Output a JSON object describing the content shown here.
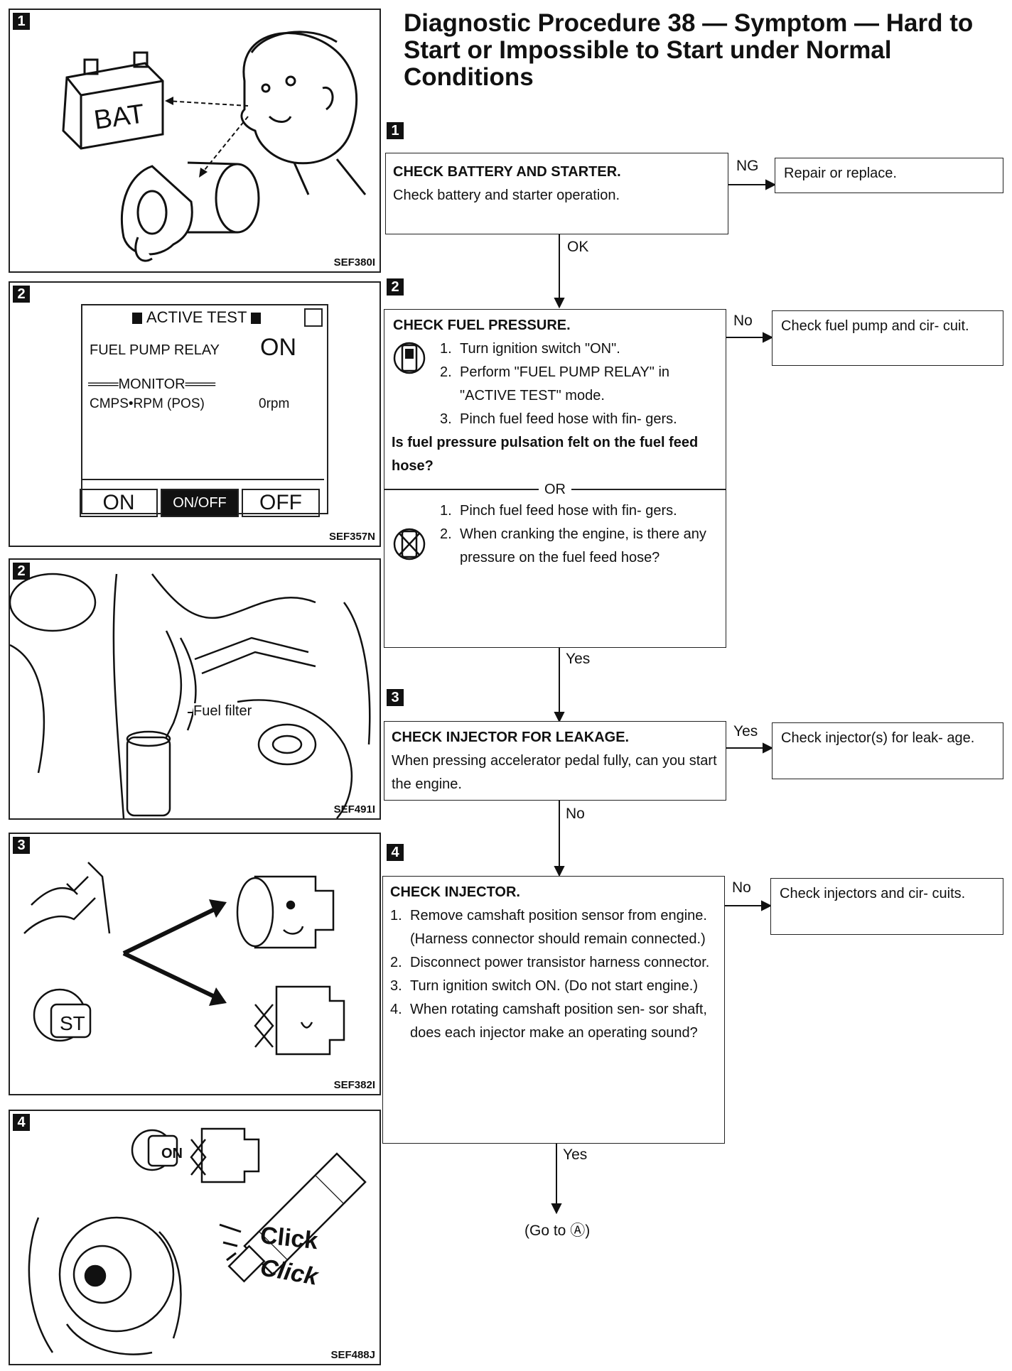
{
  "title": "Diagnostic Procedure 38 — Symptom — Hard to Start or Impossible to Start under Normal Conditions",
  "panels": [
    {
      "num": "1",
      "code": "SEF380I",
      "label_bat": "BAT"
    },
    {
      "num": "2",
      "code": "SEF357N",
      "screen": {
        "header": "ACTIVE TEST",
        "item": "FUEL PUMP RELAY",
        "item_value": "ON",
        "monitor": "MONITOR",
        "monitor_item": "CMPS•RPM (POS)",
        "monitor_value": "0rpm",
        "buttons": [
          "ON",
          "ON/OFF",
          "OFF"
        ]
      }
    },
    {
      "num": "2",
      "code": "SEF491I",
      "label": "Fuel filter"
    },
    {
      "num": "3",
      "code": "SEF382I",
      "key_label": "ST"
    },
    {
      "num": "4",
      "code": "SEF488J",
      "key_label": "ON",
      "click_labels": [
        "Click",
        "Click"
      ]
    }
  ],
  "steps": [
    {
      "num": "1",
      "heading": "CHECK BATTERY AND STARTER.",
      "text": "Check battery and starter operation.",
      "side_label": "NG",
      "side_result": "Repair or replace.",
      "next_label": "OK"
    },
    {
      "num": "2",
      "heading": "CHECK FUEL PRESSURE.",
      "items": [
        {
          "n": "1.",
          "t": "Turn ignition switch \"ON\"."
        },
        {
          "n": "2.",
          "t": "Perform \"FUEL PUMP RELAY\" in \"ACTIVE TEST\" mode."
        },
        {
          "n": "3.",
          "t": "Pinch fuel feed hose with fin- gers."
        }
      ],
      "question": "Is fuel pressure pulsation felt on the fuel feed hose?",
      "or_label": "OR",
      "items2": [
        {
          "n": "1.",
          "t": "Pinch fuel feed hose with fin- gers."
        },
        {
          "n": "2.",
          "t": "When cranking the engine, is there any pressure on the fuel feed hose?"
        }
      ],
      "side_label": "No",
      "side_result": "Check fuel pump and cir- cuit.",
      "next_label": "Yes"
    },
    {
      "num": "3",
      "heading": "CHECK INJECTOR FOR LEAKAGE.",
      "text": "When pressing accelerator pedal fully, can you start the engine.",
      "side_label": "Yes",
      "side_result": "Check injector(s) for leak- age.",
      "next_label": "No"
    },
    {
      "num": "4",
      "heading": "CHECK INJECTOR.",
      "items": [
        {
          "n": "1.",
          "t": "Remove camshaft position sensor from engine. (Harness connector should remain connected.)"
        },
        {
          "n": "2.",
          "t": "Disconnect power transistor harness connector."
        },
        {
          "n": "3.",
          "t": "Turn ignition switch ON. (Do not start engine.)"
        },
        {
          "n": "4.",
          "t": "When rotating camshaft position sen- sor shaft, does each injector make an operating sound?"
        }
      ],
      "side_label": "No",
      "side_result": "Check injectors and cir- cuits.",
      "next_label": "Yes"
    }
  ],
  "goto": "(Go to Ⓐ)"
}
